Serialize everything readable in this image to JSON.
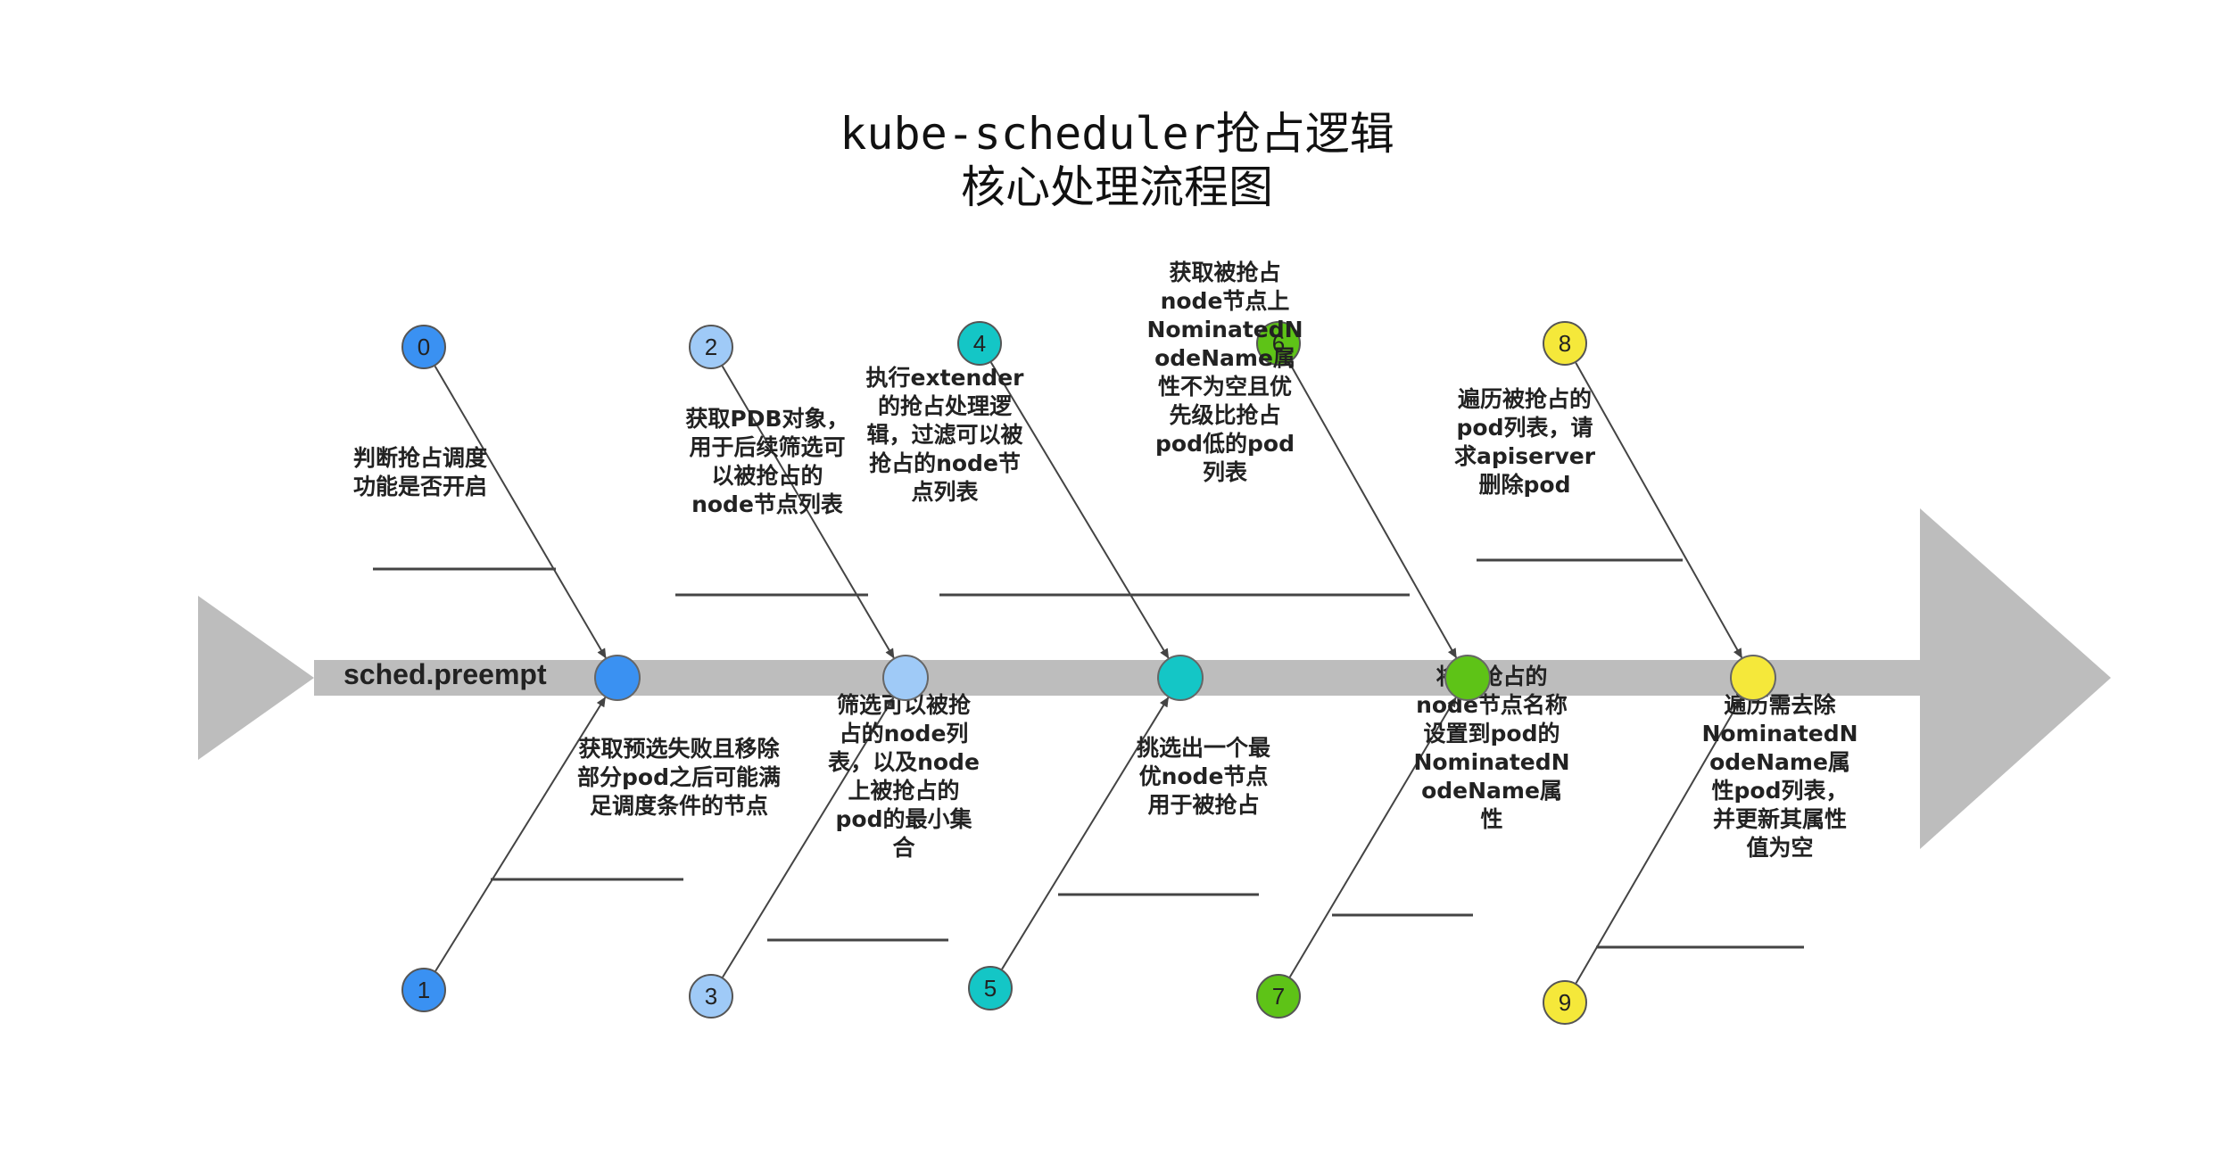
{
  "title": {
    "line1": "kube-scheduler抢占逻辑",
    "line2": "核心处理流程图"
  },
  "spine_label": "sched.preempt",
  "colors": {
    "spine": "#bdbdbd",
    "line": "#444444",
    "c0": "#3a91f2",
    "c1": "#3a91f2",
    "c2": "#9fcaf7",
    "c3": "#9fcaf7",
    "c4": "#14c6c6",
    "c5": "#14c6c6",
    "c6": "#5ec317",
    "c7": "#5ec317",
    "c8": "#f5e83a",
    "c9": "#f5e83a"
  },
  "steps": [
    {
      "num": "0",
      "label": [
        "判断抢占调度",
        "功能是否开启"
      ]
    },
    {
      "num": "1",
      "label": [
        "获取预选失败且移除",
        "部分pod之后可能满",
        "足调度条件的节点"
      ]
    },
    {
      "num": "2",
      "label": [
        "获取PDB对象，",
        "用于后续筛选可",
        "以被抢占的",
        "node节点列表"
      ]
    },
    {
      "num": "3",
      "label": [
        "筛选可以被抢",
        "占的node列",
        "表，以及node",
        "上被抢占的",
        "pod的最小集",
        "合"
      ]
    },
    {
      "num": "4",
      "label": [
        "执行extender",
        "的抢占处理逻",
        "辑，过滤可以被",
        "抢占的node节",
        "点列表"
      ]
    },
    {
      "num": "5",
      "label": [
        "挑选出一个最",
        "优node节点",
        "用于被抢占"
      ]
    },
    {
      "num": "6",
      "label": [
        "获取被抢占",
        "node节点上",
        "NominatedN",
        "odeName属",
        "性不为空且优",
        "先级比抢占",
        "pod低的pod",
        "列表"
      ]
    },
    {
      "num": "7",
      "label": [
        "将被抢占的",
        "node节点名称",
        "设置到pod的",
        "NominatedN",
        "odeName属",
        "性"
      ]
    },
    {
      "num": "8",
      "label": [
        "遍历被抢占的",
        "pod列表，请",
        "求apiserver",
        "删除pod"
      ]
    },
    {
      "num": "9",
      "label": [
        "遍历需去除",
        "NominatedN",
        "odeName属",
        "性pod列表，",
        "并更新其属性",
        "值为空"
      ]
    }
  ]
}
